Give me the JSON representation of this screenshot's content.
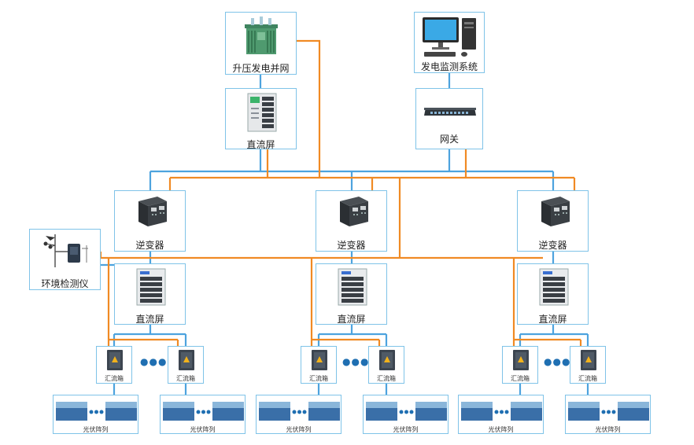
{
  "labels": {
    "grid": "升压发电并网",
    "monitor": "发电监测系统",
    "gateway": "网关",
    "dc_top": "直流屏",
    "inverter": "逆变器",
    "dc_cabinet": "直流屏",
    "env": "环境检测仪",
    "combiner": "汇流箱",
    "pv": "光伏阵列"
  },
  "colors": {
    "blue_line": "#4da3de",
    "orange_line": "#f08a24",
    "box_border": "#7fc3e8",
    "dots": "#1f6fb2"
  },
  "icons": [
    "transformer-icon",
    "computer-icon",
    "switch-icon",
    "dc-cabinet-icon",
    "inverter-icon",
    "weather-station-icon",
    "combiner-box-icon",
    "solar-panel-icon"
  ]
}
